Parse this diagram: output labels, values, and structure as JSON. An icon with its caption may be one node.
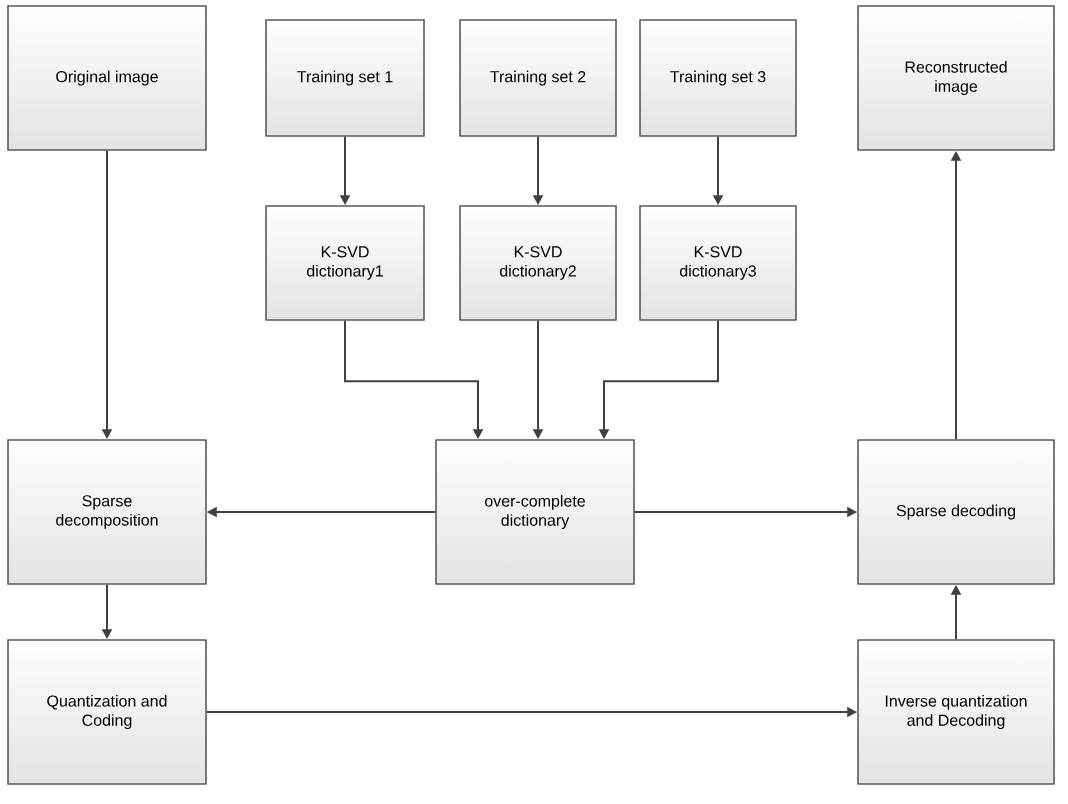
{
  "diagram": {
    "nodes": [
      {
        "text": [
          "Original image"
        ]
      },
      {
        "text": [
          "Training set 1"
        ]
      },
      {
        "text": [
          "Training set 2"
        ]
      },
      {
        "text": [
          "Training set 3"
        ]
      },
      {
        "text": [
          "Reconstructed image"
        ]
      },
      {
        "text": [
          "K-SVD dictionary1"
        ]
      },
      {
        "text": [
          "K-SVD dictionary2"
        ]
      },
      {
        "text": [
          "K-SVD dictionary3"
        ]
      },
      {
        "text": [
          "Sparse decomposition"
        ]
      },
      {
        "text": [
          "over-complete dictionary"
        ]
      },
      {
        "text": [
          "Sparse decoding"
        ]
      },
      {
        "text": [
          "Quantization and Coding"
        ]
      },
      {
        "text": [
          "Inverse quantization and Decoding"
        ]
      }
    ],
    "edges": [
      {
        "from": 0,
        "to": 8,
        "arrow": "to"
      },
      {
        "from": 1,
        "to": 5,
        "arrow": "to"
      },
      {
        "from": 2,
        "to": 6,
        "arrow": "to"
      },
      {
        "from": 3,
        "to": 7,
        "arrow": "to"
      },
      {
        "from": 5,
        "to": 9,
        "arrow": "to"
      },
      {
        "from": 6,
        "to": 9,
        "arrow": "to"
      },
      {
        "from": 7,
        "to": 9,
        "arrow": "to"
      },
      {
        "from": 9,
        "to": 8,
        "arrow": "to"
      },
      {
        "from": 9,
        "to": 10,
        "arrow": "to"
      },
      {
        "from": 8,
        "to": 11,
        "arrow": "to"
      },
      {
        "from": 11,
        "to": 12,
        "arrow": "to"
      },
      {
        "from": 12,
        "to": 10,
        "arrow": "to"
      },
      {
        "from": 10,
        "to": 4,
        "arrow": "to"
      }
    ]
  }
}
